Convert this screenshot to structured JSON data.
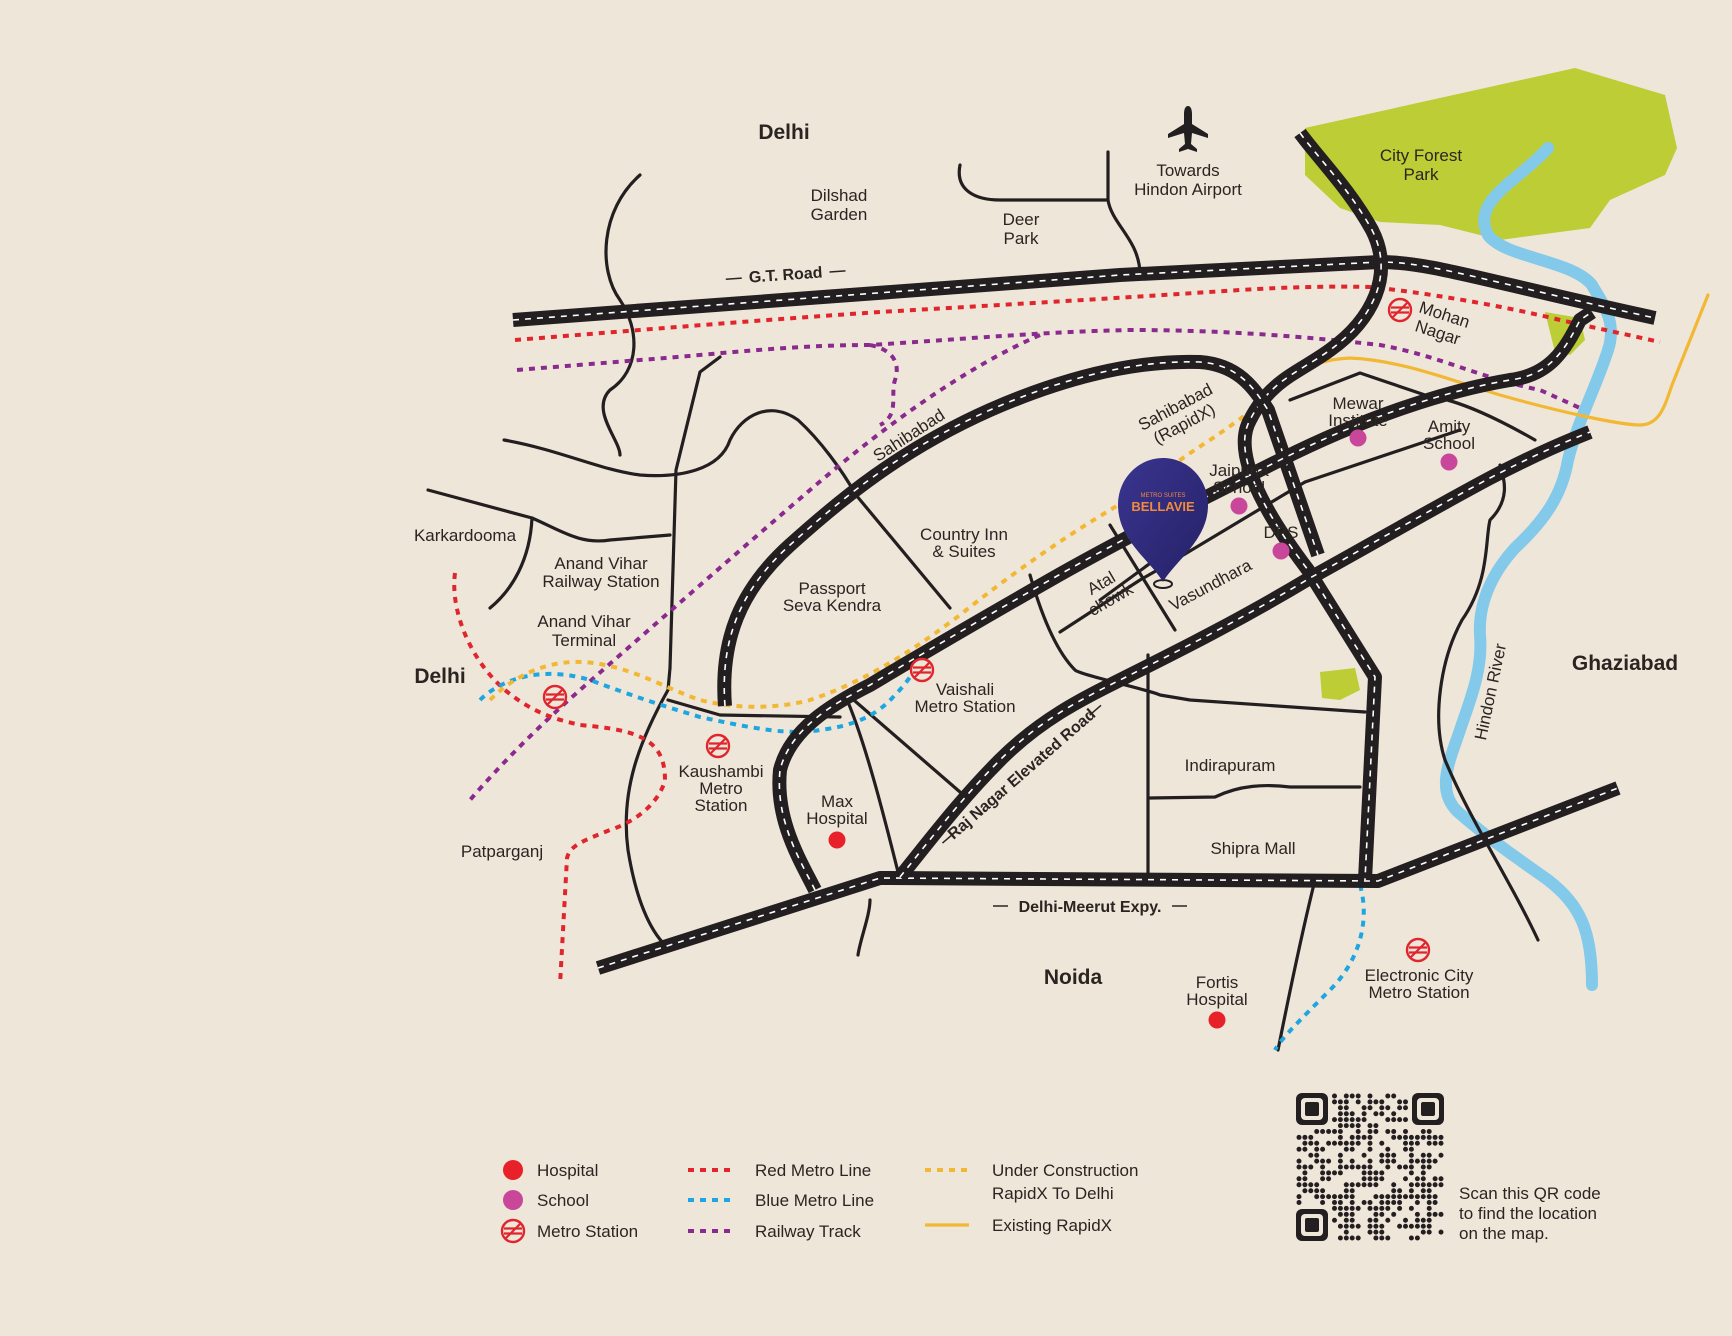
{
  "colors": {
    "background": "#efe6da",
    "road": "#231f20",
    "red_metro": "#e0252d",
    "blue_metro": "#1ea6e0",
    "railway": "#8a2a8e",
    "rapidx_uc": "#f2b834",
    "rapidx": "#f2b834",
    "hospital": "#e8202a",
    "school": "#c9479b",
    "park": "#bccd35",
    "river": "#83c9ea",
    "pin": "#2e2a78",
    "pin_text": "#f08a3c"
  },
  "regions": {
    "delhi_north": "Delhi",
    "delhi_west": "Delhi",
    "noida": "Noida",
    "ghaziabad": "Ghaziabad"
  },
  "roads": {
    "gt_road": "G.T. Road",
    "delhi_meerut": "Delhi-Meerut Expy.",
    "raj_nagar": "Raj Nagar Elevated Road"
  },
  "places": {
    "dilshad_1": "Dilshad",
    "dilshad_2": "Garden",
    "deer_1": "Deer",
    "deer_2": "Park",
    "towards_1": "Towards",
    "towards_2": "Hindon Airport",
    "city_forest_1": "City Forest",
    "city_forest_2": "Park",
    "mohan_1": "Mohan",
    "mohan_2": "Nagar",
    "sahibabad_rapidx_1": "Sahibabad",
    "sahibabad_rapidx_2": "(RapidX)",
    "mewar_1": "Mewar",
    "mewar_2": "Institute",
    "amity_1": "Amity",
    "amity_2": "School",
    "sahibabad": "Sahibabad",
    "jaipuria_1": "Jaipuria",
    "jaipuria_2": "School",
    "karkardooma": "Karkardooma",
    "anand_rs_1": "Anand Vihar",
    "anand_rs_2": "Railway Station",
    "country_1": "Country Inn",
    "country_2": "& Suites",
    "dps": "DPS",
    "atal_1": "Atal",
    "atal_2": "chowk",
    "vasundhara": "Vasundhara",
    "passport_1": "Passport",
    "passport_2": "Seva Kendra",
    "anand_term_1": "Anand Vihar",
    "anand_term_2": "Terminal",
    "vaishali_1": "Vaishali",
    "vaishali_2": "Metro Station",
    "kaushambi_1": "Kaushambi",
    "kaushambi_2": "Metro",
    "kaushambi_3": "Station",
    "max_1": "Max",
    "max_2": "Hospital",
    "patparganj": "Patparganj",
    "indirapuram": "Indirapuram",
    "shipra": "Shipra Mall",
    "hindon_river": "Hindon River",
    "fortis_1": "Fortis",
    "fortis_2": "Hospital",
    "ec_1": "Electronic City",
    "ec_2": "Metro Station"
  },
  "pin": {
    "small_text": "METRO SUITES",
    "brand": "BELLAVIE"
  },
  "legend": {
    "hospital": "Hospital",
    "school": "School",
    "metro_station": "Metro Station",
    "red_line": "Red Metro Line",
    "blue_line": "Blue Metro Line",
    "railway": "Railway Track",
    "uc_rapidx_1": "Under Construction",
    "uc_rapidx_2": "RapidX To Delhi",
    "existing_rapidx": "Existing RapidX"
  },
  "qr": {
    "line1": "Scan this QR code",
    "line2": "to find the location",
    "line3": "on the map."
  }
}
